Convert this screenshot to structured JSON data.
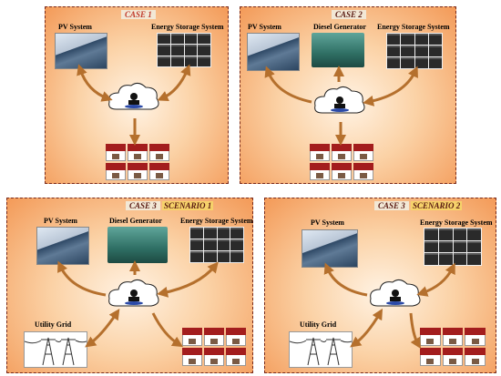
{
  "panels": [
    {
      "title": "CASE 1",
      "labels": {
        "pv": "PV System",
        "ess": "Energy Storage System"
      }
    },
    {
      "title": "CASE 2",
      "labels": {
        "pv": "PV System",
        "gen": "Diesel Generator",
        "ess": "Energy Storage System"
      }
    },
    {
      "title_case": "CASE 3",
      "title_scenario": "SCENARIO 1",
      "labels": {
        "pv": "PV System",
        "gen": "Diesel Generator",
        "ess": "Energy Storage System",
        "grid": "Utility Grid"
      }
    },
    {
      "title_case": "CASE 3",
      "title_scenario": "SCENARIO 2",
      "labels": {
        "pv": "PV System",
        "ess": "Energy Storage System",
        "grid": "Utility Grid"
      }
    }
  ],
  "colors": {
    "arrow": "#b5702d",
    "roof": "#a31d1d",
    "border": "#7a2a1a"
  },
  "icons": [
    "pv-panel-icon",
    "battery-bank-icon",
    "diesel-generator-icon",
    "operations-cloud-icon",
    "houses-icon",
    "utility-grid-icon"
  ]
}
